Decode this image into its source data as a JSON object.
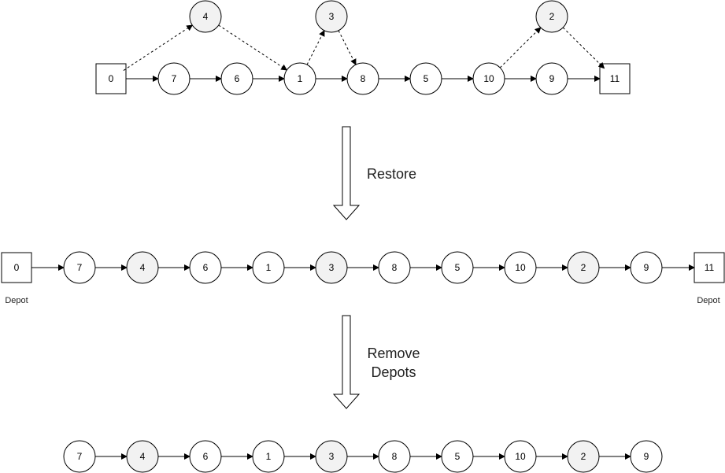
{
  "diagram": {
    "top_row": {
      "route": [
        {
          "label": "0",
          "kind": "depot"
        },
        {
          "label": "7",
          "kind": "customer"
        },
        {
          "label": "6",
          "kind": "customer"
        },
        {
          "label": "1",
          "kind": "customer"
        },
        {
          "label": "8",
          "kind": "customer"
        },
        {
          "label": "5",
          "kind": "customer"
        },
        {
          "label": "10",
          "kind": "customer"
        },
        {
          "label": "9",
          "kind": "customer"
        },
        {
          "label": "11",
          "kind": "depot"
        }
      ],
      "removed": [
        {
          "label": "4",
          "from": "0",
          "to": "1"
        },
        {
          "label": "3",
          "from": "1",
          "to": "8"
        },
        {
          "label": "2",
          "from": "10",
          "to": "11"
        }
      ]
    },
    "step1_label": "Restore",
    "middle_row": {
      "sequence": [
        {
          "label": "0",
          "kind": "depot"
        },
        {
          "label": "7",
          "kind": "customer"
        },
        {
          "label": "4",
          "kind": "restored"
        },
        {
          "label": "6",
          "kind": "customer"
        },
        {
          "label": "1",
          "kind": "customer"
        },
        {
          "label": "3",
          "kind": "restored"
        },
        {
          "label": "8",
          "kind": "customer"
        },
        {
          "label": "5",
          "kind": "customer"
        },
        {
          "label": "10",
          "kind": "customer"
        },
        {
          "label": "2",
          "kind": "restored"
        },
        {
          "label": "9",
          "kind": "customer"
        },
        {
          "label": "11",
          "kind": "depot"
        }
      ],
      "depot_caption_left": "Depot",
      "depot_caption_right": "Depot"
    },
    "step2_label_line1": "Remove",
    "step2_label_line2": "Depots",
    "bottom_row": {
      "sequence": [
        {
          "label": "7",
          "kind": "customer"
        },
        {
          "label": "4",
          "kind": "restored"
        },
        {
          "label": "6",
          "kind": "customer"
        },
        {
          "label": "1",
          "kind": "customer"
        },
        {
          "label": "3",
          "kind": "restored"
        },
        {
          "label": "8",
          "kind": "customer"
        },
        {
          "label": "5",
          "kind": "customer"
        },
        {
          "label": "10",
          "kind": "customer"
        },
        {
          "label": "2",
          "kind": "restored"
        },
        {
          "label": "9",
          "kind": "customer"
        }
      ]
    },
    "colors": {
      "customer_fill": "#ffffff",
      "restored_fill": "#f2f2f2",
      "depot_fill": "#ffffff",
      "stroke": "#000000"
    }
  }
}
